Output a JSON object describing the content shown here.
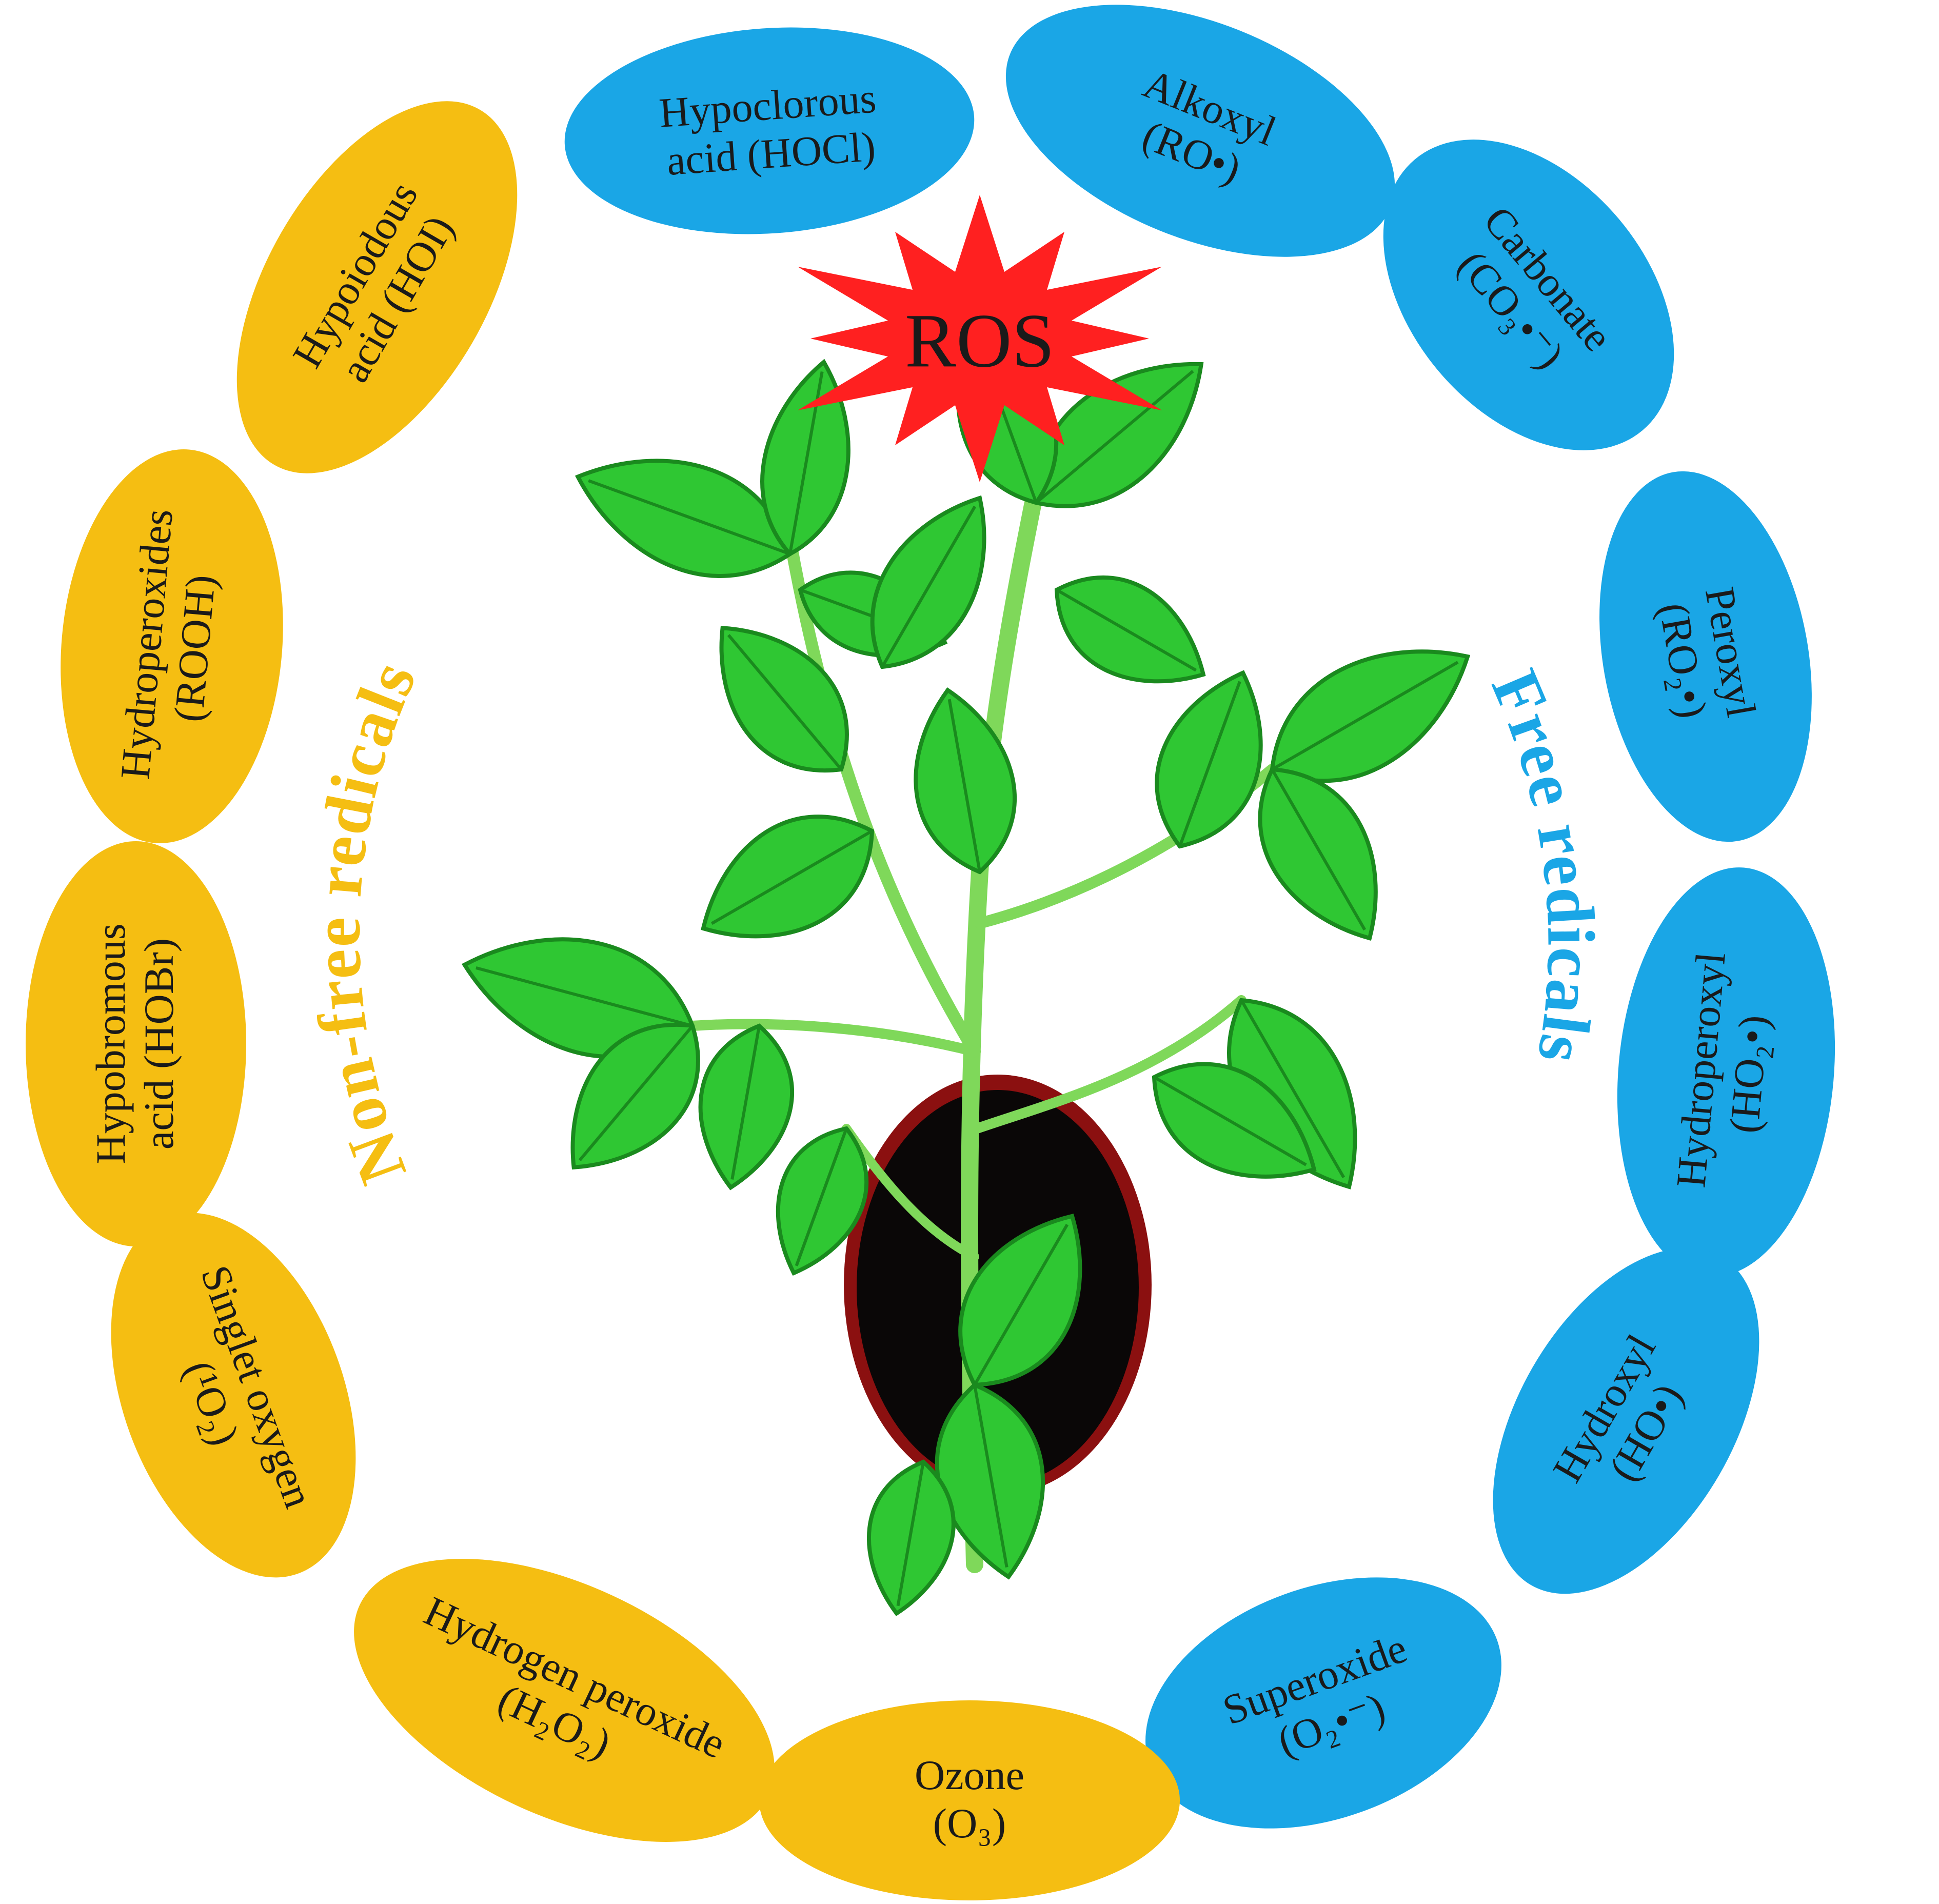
{
  "center": {
    "burst_label": "ROS",
    "burst_color": "#ff2020"
  },
  "groups": {
    "free": {
      "label": "Free redicals",
      "color": "#1aa6e6"
    },
    "nonfree": {
      "label": "Non-free redicals",
      "color": "#f5be12"
    }
  },
  "species": [
    {
      "lines": [
        "Hypoclorous",
        "acid (HOCl)"
      ],
      "group": "free"
    },
    {
      "lines": [
        "Alkoxyl",
        "(RO•)"
      ],
      "group": "free"
    },
    {
      "lines": [
        "Carbonate",
        "(CO₃•⁻)"
      ],
      "group": "free"
    },
    {
      "lines": [
        "Peroxyl",
        "(RO₂•)"
      ],
      "group": "free"
    },
    {
      "lines": [
        "Hydroperoxyl",
        "(HO₂•)"
      ],
      "group": "free"
    },
    {
      "lines": [
        "Hydroxyl",
        "(HO•)"
      ],
      "group": "free"
    },
    {
      "lines": [
        "Superoxide",
        "(O₂•⁻)"
      ],
      "group": "free"
    },
    {
      "lines": [
        "Ozone",
        "(O₃)"
      ],
      "group": "nonfree"
    },
    {
      "lines": [
        "Hydrogen peroxide",
        "(H₂O₂)"
      ],
      "group": "nonfree"
    },
    {
      "lines": [
        "Singlet oxygen",
        "(¹O₂)"
      ],
      "group": "nonfree"
    },
    {
      "lines": [
        "Hypobromous",
        "acid (HOBr)"
      ],
      "group": "nonfree"
    },
    {
      "lines": [
        "Hydroperoxides",
        "(ROOH)"
      ],
      "group": "nonfree"
    },
    {
      "lines": [
        "Hypoiodous",
        "acid (HOI)"
      ],
      "group": "nonfree"
    }
  ],
  "plant": {
    "leaf_color": "#2fc733",
    "leaf_dark": "#1a8a1e",
    "stem_color": "#7fd85a",
    "pot_color": "#0a0707",
    "pot_rim": "#8b1010"
  }
}
